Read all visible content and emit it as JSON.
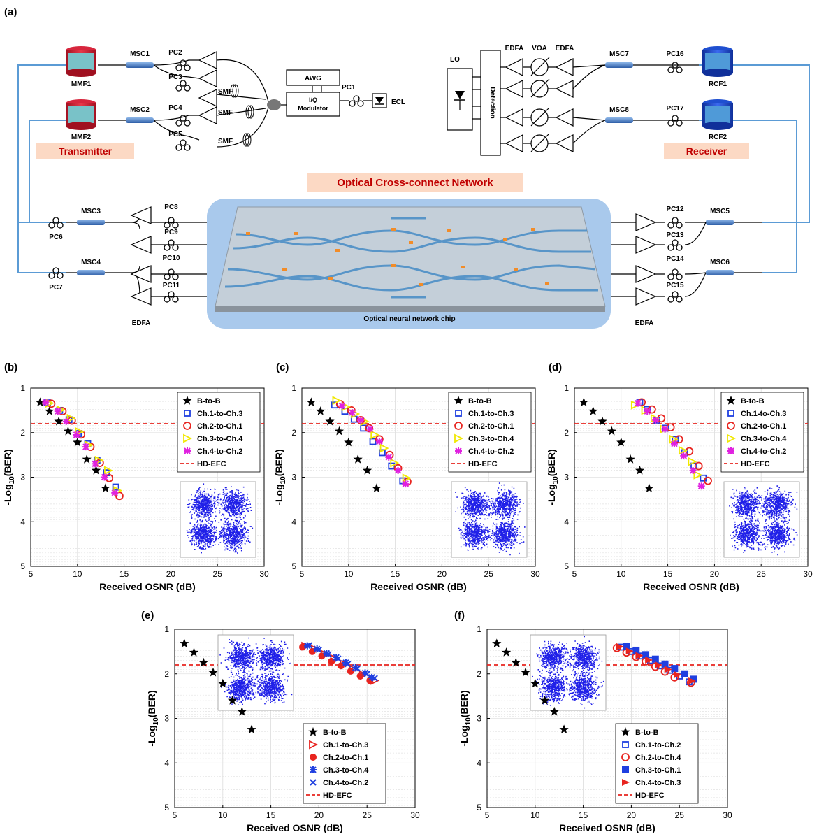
{
  "schematic": {
    "panel_label": "(a)",
    "transmitter_label": "Transmitter",
    "receiver_label": "Receiver",
    "network_label": "Optical Cross-connect Network",
    "chip_label": "Optical neural network chip",
    "awg": "AWG",
    "modulator_line1": "I/Q",
    "modulator_line2": "Modulator",
    "ecl": "ECL",
    "lo": "LO",
    "detection": "Detection",
    "edfa": "EDFA",
    "voa": "VOA",
    "smf": "SMF",
    "mmf1": "MMF1",
    "mmf2": "MMF2",
    "rcf1": "RCF1",
    "rcf2": "RCF2",
    "msc1": "MSC1",
    "msc2": "MSC2",
    "msc3": "MSC3",
    "msc4": "MSC4",
    "msc5": "MSC5",
    "msc6": "MSC6",
    "msc7": "MSC7",
    "msc8": "MSC8",
    "pc1": "PC1",
    "pc2": "PC2",
    "pc3": "PC3",
    "pc4": "PC4",
    "pc5": "PC5",
    "pc6": "PC6",
    "pc7": "PC7",
    "pc8": "PC8",
    "pc9": "PC9",
    "pc10": "PC10",
    "pc11": "PC11",
    "pc12": "PC12",
    "pc13": "PC13",
    "pc14": "PC14",
    "pc15": "PC15",
    "pc16": "PC16",
    "pc17": "PC17",
    "colors": {
      "label_box": "#fcd9c4",
      "label_text": "#c00000",
      "fiber": "#5b9bd5",
      "mmf": "#d7263d",
      "rcf": "#1f4fd0",
      "chip_bg": "#a9c9ec"
    }
  },
  "chart_data": [
    {
      "panel": "(b)",
      "type": "scatter",
      "xlabel": "Received OSNR (dB)",
      "ylabel_prefix": "-Log",
      "ylabel_sub": "10",
      "ylabel_suffix": "(BER)",
      "xlim": [
        5,
        30
      ],
      "ylim": [
        1,
        5
      ],
      "y_scale": "-log10",
      "threshold": 1.8,
      "threshold_name": "HD-EFC",
      "legend_pos": "top-right",
      "inset_pos": "bottom-right",
      "xticks": [
        "5",
        "10",
        "15",
        "20",
        "25",
        "30"
      ],
      "yticks": [
        "1",
        "2",
        "3",
        "4",
        "5"
      ],
      "series": [
        {
          "name": "B-to-B",
          "marker": "star",
          "color": "#000000",
          "x": [
            6,
            7,
            8,
            9,
            10,
            11,
            12,
            13
          ],
          "y": [
            1.32,
            1.52,
            1.75,
            1.97,
            2.22,
            2.6,
            2.85,
            3.25
          ]
        },
        {
          "name": "Ch.1-to-Ch.3",
          "marker": "square",
          "color": "#1f3fe0",
          "x": [
            6.8,
            8.1,
            9.1,
            10.1,
            11.1,
            12.1,
            13.1,
            14.1
          ],
          "y": [
            1.33,
            1.5,
            1.71,
            2.02,
            2.25,
            2.62,
            2.9,
            3.22
          ]
        },
        {
          "name": "Ch.2-to-Ch.1",
          "marker": "circle",
          "color": "#e8241f",
          "x": [
            7.2,
            8.4,
            9.4,
            10.4,
            11.4,
            12.4,
            13.4,
            14.5
          ],
          "y": [
            1.35,
            1.52,
            1.73,
            2.04,
            2.32,
            2.68,
            3.02,
            3.42
          ]
        },
        {
          "name": "Ch.3-to-Ch.4",
          "marker": "triangle-right",
          "color": "#f0e800",
          "x": [
            7,
            8.2,
            9.3,
            10.2,
            11.2,
            12.3,
            13.3,
            14.3
          ],
          "y": [
            1.34,
            1.49,
            1.68,
            1.98,
            2.28,
            2.62,
            2.85,
            3.3
          ]
        },
        {
          "name": "Ch.4-to-Ch.2",
          "marker": "asterisk",
          "color": "#e020e0",
          "x": [
            6.6,
            7.9,
            8.8,
            9.9,
            10.9,
            11.9,
            12.9,
            14
          ],
          "y": [
            1.32,
            1.52,
            1.75,
            2.05,
            2.32,
            2.7,
            3,
            3.35
          ]
        }
      ]
    },
    {
      "panel": "(c)",
      "type": "scatter",
      "xlabel": "Received OSNR (dB)",
      "ylabel_prefix": "-Log",
      "ylabel_sub": "10",
      "ylabel_suffix": "(BER)",
      "xlim": [
        5,
        30
      ],
      "ylim": [
        1,
        5
      ],
      "y_scale": "-log10",
      "threshold": 1.8,
      "threshold_name": "HD-EFC",
      "legend_pos": "top-right",
      "inset_pos": "bottom-right",
      "xticks": [
        "5",
        "10",
        "15",
        "20",
        "25",
        "30"
      ],
      "yticks": [
        "1",
        "2",
        "3",
        "4",
        "5"
      ],
      "series": [
        {
          "name": "B-to-B",
          "marker": "star",
          "color": "#000000",
          "x": [
            6,
            7,
            8,
            9,
            10,
            11,
            12,
            13
          ],
          "y": [
            1.32,
            1.52,
            1.75,
            1.97,
            2.22,
            2.6,
            2.85,
            3.25
          ]
        },
        {
          "name": "Ch.1-to-Ch.3",
          "marker": "square",
          "color": "#1f3fe0",
          "x": [
            8.5,
            9.6,
            10.6,
            11.6,
            12.6,
            13.6,
            14.6,
            15.8
          ],
          "y": [
            1.38,
            1.52,
            1.7,
            1.9,
            2.2,
            2.45,
            2.75,
            3.08
          ]
        },
        {
          "name": "Ch.2-to-Ch.1",
          "marker": "circle",
          "color": "#e8241f",
          "x": [
            9.1,
            10.3,
            11.3,
            12.2,
            13.3,
            14.4,
            15.3,
            16.3
          ],
          "y": [
            1.36,
            1.5,
            1.72,
            1.9,
            2.15,
            2.5,
            2.8,
            3.1
          ]
        },
        {
          "name": "Ch.3-to-Ch.4",
          "marker": "triangle-right",
          "color": "#f0e800",
          "x": [
            8.7,
            9.7,
            10.7,
            11.7,
            12.8,
            13.8,
            14.9,
            16.2
          ],
          "y": [
            1.28,
            1.42,
            1.58,
            1.75,
            2.05,
            2.35,
            2.68,
            3.02
          ]
        },
        {
          "name": "Ch.4-to-Ch.2",
          "marker": "asterisk",
          "color": "#e020e0",
          "x": [
            9.3,
            10.4,
            11.3,
            12.3,
            13.3,
            14.3,
            15.3,
            16.1
          ],
          "y": [
            1.4,
            1.55,
            1.72,
            1.92,
            2.2,
            2.55,
            2.85,
            3.15
          ]
        }
      ]
    },
    {
      "panel": "(d)",
      "type": "scatter",
      "xlabel": "Received OSNR (dB)",
      "ylabel_prefix": "-Log",
      "ylabel_sub": "10",
      "ylabel_suffix": "(BER)",
      "xlim": [
        5,
        30
      ],
      "ylim": [
        1,
        5
      ],
      "y_scale": "-log10",
      "threshold": 1.8,
      "threshold_name": "HD-EFC",
      "legend_pos": "top-right",
      "inset_pos": "bottom-right",
      "xticks": [
        "5",
        "10",
        "15",
        "20",
        "25",
        "30"
      ],
      "yticks": [
        "1",
        "2",
        "3",
        "4",
        "5"
      ],
      "series": [
        {
          "name": "B-to-B",
          "marker": "star",
          "color": "#000000",
          "x": [
            6,
            7,
            8,
            9,
            10,
            11,
            12,
            13
          ],
          "y": [
            1.32,
            1.52,
            1.75,
            1.97,
            2.22,
            2.6,
            2.85,
            3.25
          ]
        },
        {
          "name": "Ch.1-to-Ch.3",
          "marker": "square",
          "color": "#1f3fe0",
          "x": [
            12,
            12.8,
            13.8,
            14.8,
            15.8,
            16.8,
            17.8,
            18.8
          ],
          "y": [
            1.32,
            1.48,
            1.72,
            1.9,
            2.15,
            2.45,
            2.75,
            3.02
          ]
        },
        {
          "name": "Ch.2-to-Ch.1",
          "marker": "circle",
          "color": "#e8241f",
          "x": [
            12.2,
            13.3,
            14.3,
            15.3,
            16.2,
            17.3,
            18.3,
            19.3
          ],
          "y": [
            1.32,
            1.48,
            1.68,
            1.88,
            2.15,
            2.42,
            2.75,
            3.08
          ]
        },
        {
          "name": "Ch.3-to-Ch.4",
          "marker": "triangle-right",
          "color": "#f0e800",
          "x": [
            11.5,
            12.6,
            13.6,
            14.6,
            15.6,
            16.6,
            17.6,
            18.2
          ],
          "y": [
            1.38,
            1.5,
            1.68,
            1.92,
            2.15,
            2.4,
            2.65,
            2.95
          ]
        },
        {
          "name": "Ch.4-to-Ch.2",
          "marker": "asterisk",
          "color": "#e020e0",
          "x": [
            11.8,
            12.8,
            13.7,
            14.7,
            15.7,
            16.7,
            17.7,
            18.6
          ],
          "y": [
            1.34,
            1.52,
            1.72,
            1.92,
            2.25,
            2.52,
            2.85,
            3.2
          ]
        }
      ]
    },
    {
      "panel": "(e)",
      "type": "scatter",
      "xlabel": "Received OSNR (dB)",
      "ylabel_prefix": "-Log",
      "ylabel_sub": "10",
      "ylabel_suffix": "(BER)",
      "xlim": [
        5,
        30
      ],
      "ylim": [
        1,
        5
      ],
      "y_scale": "-log10",
      "threshold": 1.8,
      "threshold_name": "HD-EFC",
      "legend_pos": "bottom-right",
      "inset_pos": "top-left",
      "xticks": [
        "5",
        "10",
        "15",
        "20",
        "25",
        "30"
      ],
      "yticks": [
        "1",
        "2",
        "3",
        "4",
        "5"
      ],
      "series": [
        {
          "name": "B-to-B",
          "marker": "star",
          "color": "#000000",
          "x": [
            6,
            7,
            8,
            9,
            10,
            11,
            12,
            13
          ],
          "y": [
            1.32,
            1.52,
            1.75,
            1.97,
            2.22,
            2.6,
            2.85,
            3.25
          ]
        },
        {
          "name": "Ch.1-to-Ch.3",
          "marker": "triangle-right-open",
          "color": "#e8241f",
          "x": [
            18.6,
            19.6,
            20.6,
            21.6,
            22.6,
            23.6,
            24.6,
            25.8
          ],
          "y": [
            1.38,
            1.45,
            1.56,
            1.66,
            1.78,
            1.9,
            2.02,
            2.15
          ]
        },
        {
          "name": "Ch.2-to-Ch.1",
          "marker": "filled-circle",
          "color": "#e8241f",
          "x": [
            18.3,
            19.3,
            20.3,
            21.3,
            22.3,
            23.3,
            24.3,
            25.3
          ],
          "y": [
            1.4,
            1.5,
            1.6,
            1.72,
            1.82,
            1.94,
            2.05,
            2.15
          ]
        },
        {
          "name": "Ch.3-to-Ch.4",
          "marker": "asterisk",
          "color": "#1f3fe0",
          "x": [
            18.8,
            19.8,
            20.8,
            21.8,
            22.8,
            23.8,
            24.8,
            25.5
          ],
          "y": [
            1.37,
            1.44,
            1.54,
            1.63,
            1.75,
            1.86,
            1.98,
            2.08
          ]
        },
        {
          "name": "Ch.4-to-Ch.2",
          "marker": "x",
          "color": "#1f3fe0",
          "x": [
            19,
            20,
            21,
            22,
            23,
            24,
            25,
            25.8
          ],
          "y": [
            1.36,
            1.46,
            1.56,
            1.66,
            1.78,
            1.88,
            2,
            2.1
          ]
        }
      ]
    },
    {
      "panel": "(f)",
      "type": "scatter",
      "xlabel": "Received OSNR (dB)",
      "ylabel_prefix": "-Log",
      "ylabel_sub": "10",
      "ylabel_suffix": "(BER)",
      "xlim": [
        5,
        30
      ],
      "ylim": [
        1,
        5
      ],
      "y_scale": "-log10",
      "threshold": 1.8,
      "threshold_name": "HD-EFC",
      "legend_pos": "bottom-right",
      "inset_pos": "top-left",
      "xticks": [
        "5",
        "10",
        "15",
        "20",
        "25",
        "30"
      ],
      "yticks": [
        "1",
        "2",
        "3",
        "4",
        "5"
      ],
      "series": [
        {
          "name": "B-to-B",
          "marker": "star",
          "color": "#000000",
          "x": [
            6,
            7,
            8,
            9,
            10,
            11,
            12,
            13
          ],
          "y": [
            1.32,
            1.52,
            1.75,
            1.97,
            2.22,
            2.6,
            2.85,
            3.25
          ]
        },
        {
          "name": "Ch.1-to-Ch.2",
          "marker": "square",
          "color": "#1f3fe0",
          "x": [
            19,
            20,
            21,
            22,
            23,
            24,
            25,
            26
          ],
          "y": [
            1.4,
            1.5,
            1.6,
            1.7,
            1.82,
            1.92,
            2.05,
            2.18
          ]
        },
        {
          "name": "Ch.2-to-Ch.4",
          "marker": "circle",
          "color": "#e8241f",
          "x": [
            18.5,
            19.5,
            20.5,
            21.5,
            22.5,
            23.5,
            24.5,
            26.2
          ],
          "y": [
            1.42,
            1.52,
            1.62,
            1.72,
            1.84,
            1.95,
            2.08,
            2.2
          ]
        },
        {
          "name": "Ch.3-to-Ch.1",
          "marker": "filled-square",
          "color": "#1f3fe0",
          "x": [
            19.5,
            20.5,
            21.5,
            22.5,
            23.5,
            24.5,
            25.5,
            26.5
          ],
          "y": [
            1.38,
            1.47,
            1.57,
            1.67,
            1.78,
            1.88,
            2,
            2.12
          ]
        },
        {
          "name": "Ch.4-to-Ch.3",
          "marker": "filled-triangle-right",
          "color": "#e8241f",
          "x": [
            18.8,
            19.8,
            20.8,
            21.8,
            22.8,
            23.8,
            24.8,
            26.3
          ],
          "y": [
            1.39,
            1.49,
            1.59,
            1.69,
            1.8,
            1.9,
            2.02,
            2.16
          ]
        }
      ]
    }
  ]
}
